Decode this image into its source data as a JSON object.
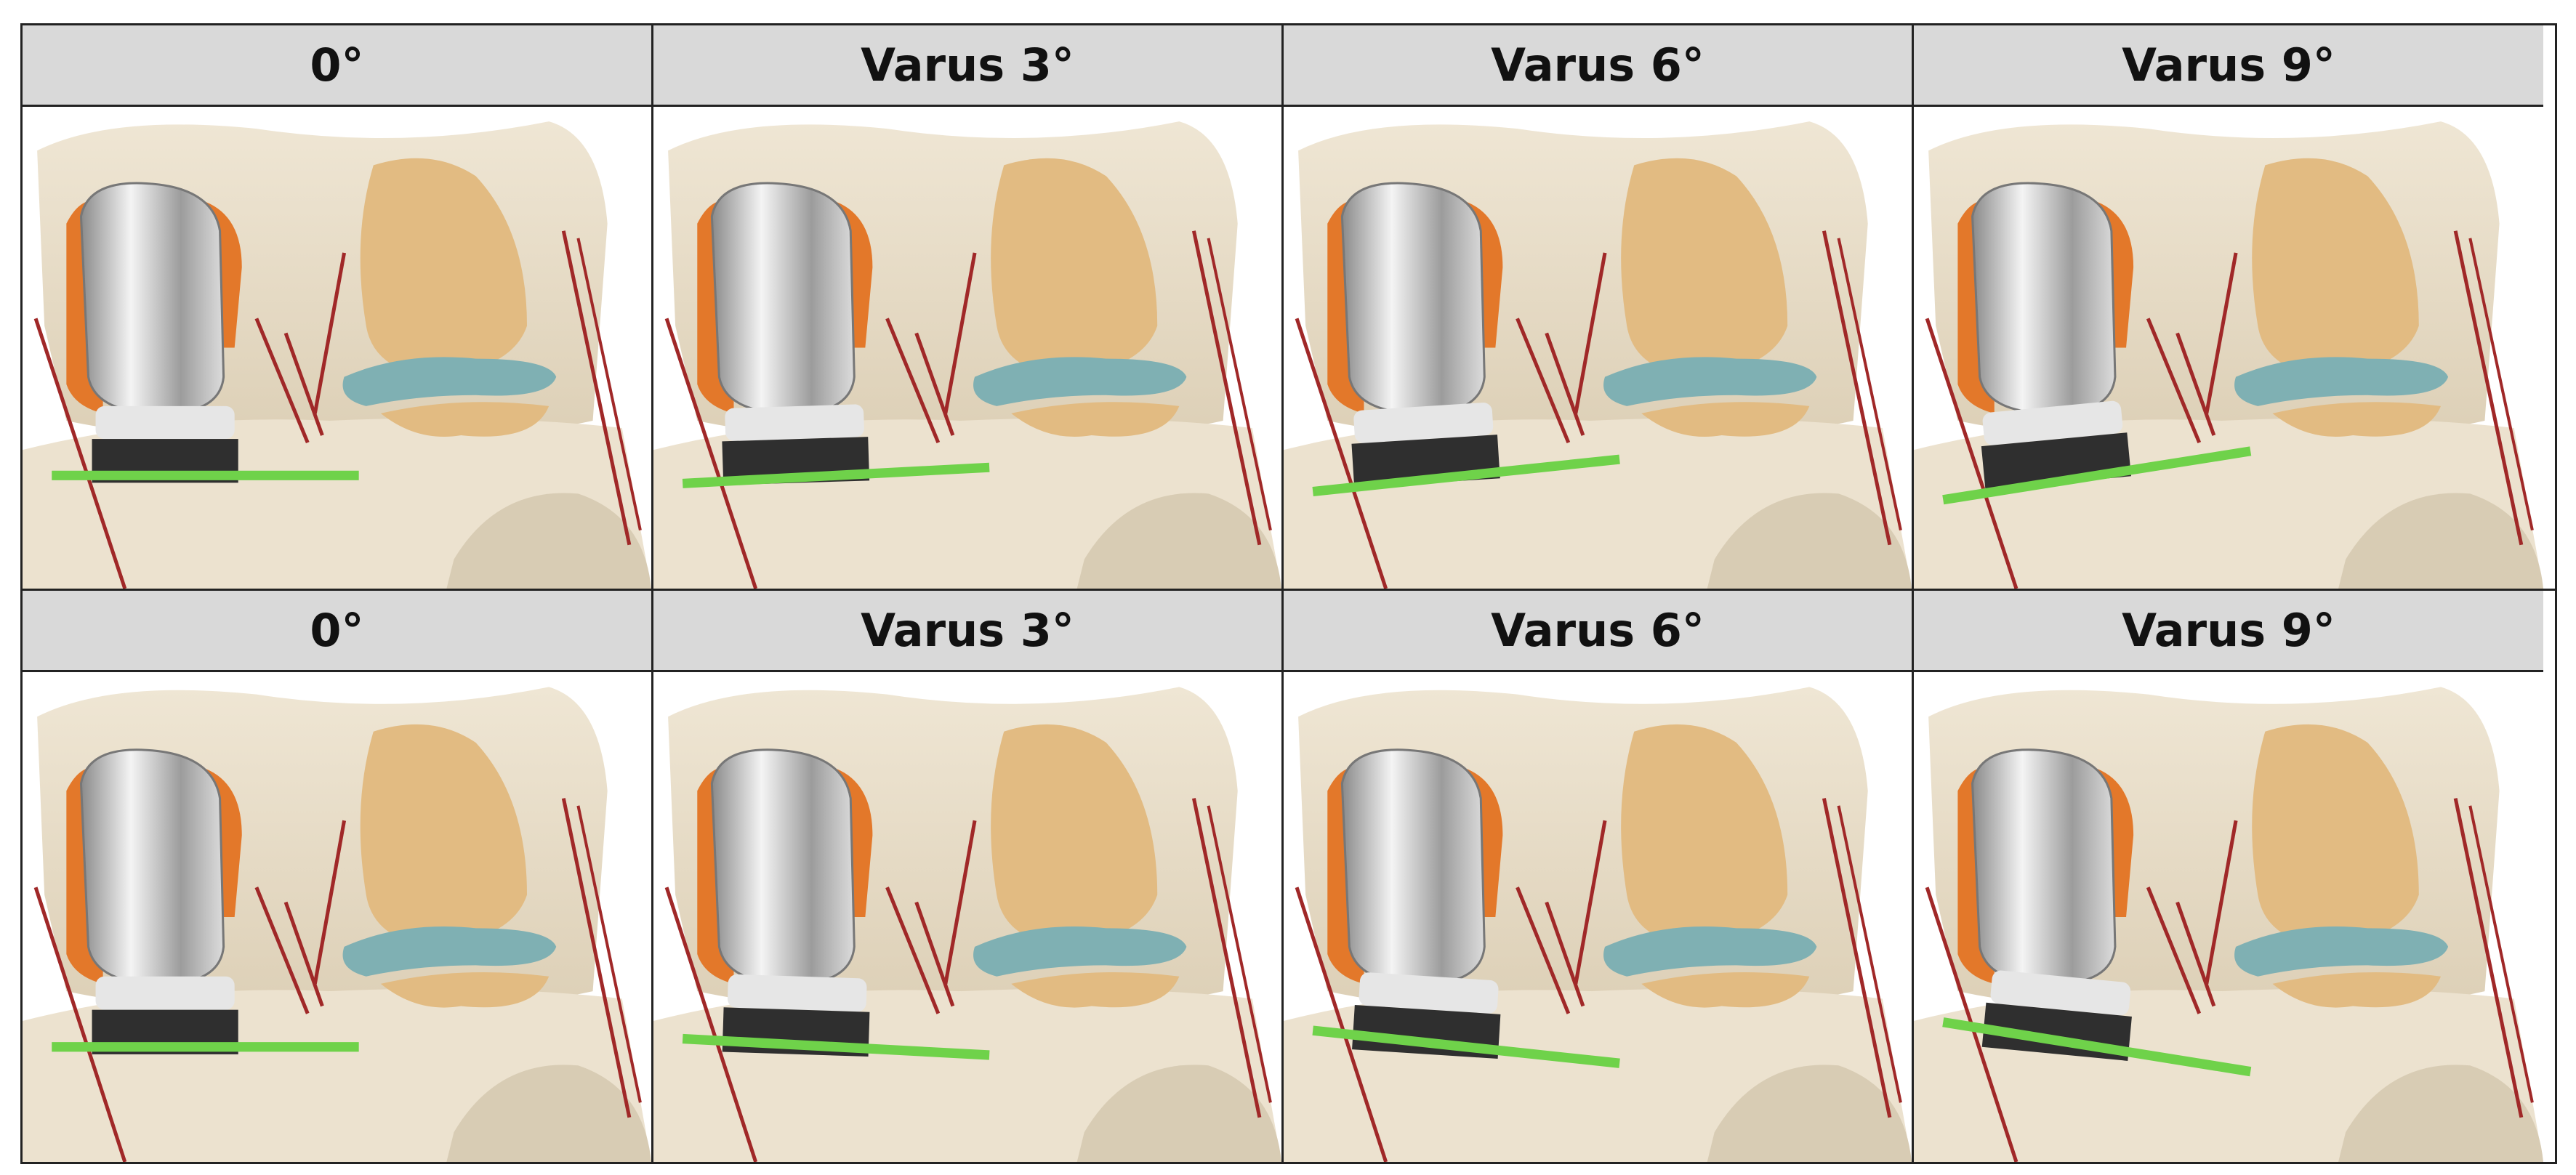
{
  "panels": [
    {
      "label": "0°",
      "row": 0,
      "col": 0,
      "tilt_deg": 0
    },
    {
      "label": "Varus 3°",
      "row": 0,
      "col": 1,
      "tilt_deg": 3
    },
    {
      "label": "Varus 6°",
      "row": 0,
      "col": 2,
      "tilt_deg": 6
    },
    {
      "label": "Varus 9°",
      "row": 0,
      "col": 3,
      "tilt_deg": 9
    },
    {
      "label": "0°",
      "row": 1,
      "col": 0,
      "tilt_deg": 0
    },
    {
      "label": "Varus 3°",
      "row": 1,
      "col": 1,
      "tilt_deg": -3
    },
    {
      "label": "Varus 6°",
      "row": 1,
      "col": 2,
      "tilt_deg": -6
    },
    {
      "label": "Varus 9°",
      "row": 1,
      "col": 3,
      "tilt_deg": -9
    }
  ],
  "colors": {
    "bone": "#ece2cf",
    "bone_shadow": "#d8ccb4",
    "metal": "#b9b9b9",
    "metal_dark": "#6f6f6f",
    "tray": "#2f2f2f",
    "poly": "#e6e6e6",
    "cartilage_orange": "#e3782a",
    "condyle_tan": "#e2bb82",
    "meniscus_teal": "#7fb0b3",
    "ligament_red": "#a02828",
    "alignment_line": "#6fd24a"
  }
}
